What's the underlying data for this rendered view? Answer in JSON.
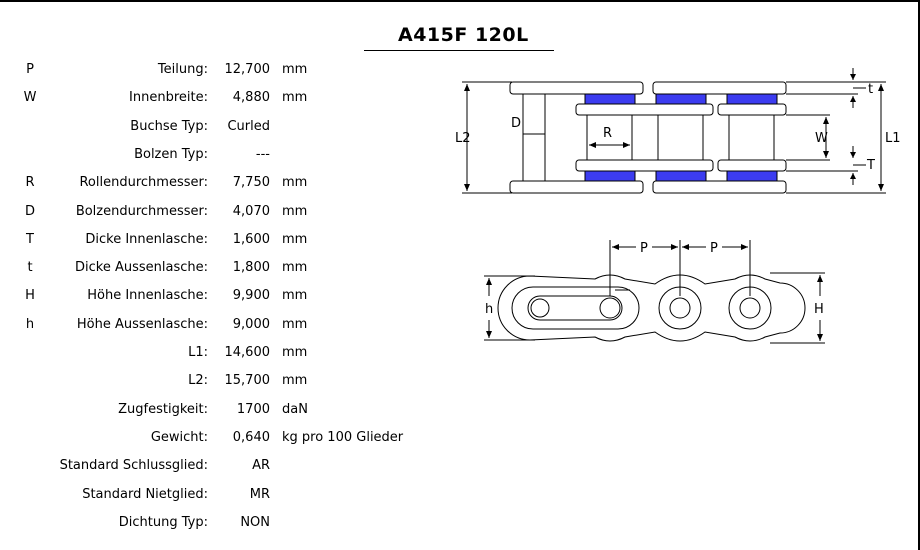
{
  "title": "A415F 120L",
  "specs": [
    {
      "symbol": "P",
      "label": "Teilung:",
      "value": "12,700",
      "unit": "mm"
    },
    {
      "symbol": "W",
      "label": "Innenbreite:",
      "value": "4,880",
      "unit": "mm"
    },
    {
      "symbol": "",
      "label": "Buchse Typ:",
      "value": "Curled",
      "unit": ""
    },
    {
      "symbol": "",
      "label": "Bolzen Typ:",
      "value": "---",
      "unit": ""
    },
    {
      "symbol": "R",
      "label": "Rollendurchmesser:",
      "value": "7,750",
      "unit": "mm"
    },
    {
      "symbol": "D",
      "label": "Bolzendurchmesser:",
      "value": "4,070",
      "unit": "mm"
    },
    {
      "symbol": "T",
      "label": "Dicke Innenlasche:",
      "value": "1,600",
      "unit": "mm"
    },
    {
      "symbol": "t",
      "label": "Dicke Aussenlasche:",
      "value": "1,800",
      "unit": "mm"
    },
    {
      "symbol": "H",
      "label": "Höhe Innenlasche:",
      "value": "9,900",
      "unit": "mm"
    },
    {
      "symbol": "h",
      "label": "Höhe Aussenlasche:",
      "value": "9,000",
      "unit": "mm"
    },
    {
      "symbol": "",
      "label": "L1:",
      "value": "14,600",
      "unit": "mm"
    },
    {
      "symbol": "",
      "label": "L2:",
      "value": "15,700",
      "unit": "mm"
    },
    {
      "symbol": "",
      "label": "Zugfestigkeit:",
      "value": "1700",
      "unit": "daN"
    },
    {
      "symbol": "",
      "label": "Gewicht:",
      "value": "0,640",
      "unit": "kg pro 100 Glieder"
    },
    {
      "symbol": "",
      "label": "Standard Schlussglied:",
      "value": "AR",
      "unit": ""
    },
    {
      "symbol": "",
      "label": "Standard Nietglied:",
      "value": "MR",
      "unit": ""
    },
    {
      "symbol": "",
      "label": "Dichtung Typ:",
      "value": "NON",
      "unit": ""
    }
  ],
  "top_view": {
    "labels": {
      "L2": "L2",
      "L1": "L1",
      "D": "D",
      "R": "R",
      "W": "W",
      "t": "t",
      "T": "T"
    },
    "highlight_color": "#3c3cf0"
  },
  "side_view": {
    "labels": {
      "P1": "P",
      "P2": "P",
      "h": "h",
      "H": "H"
    }
  }
}
